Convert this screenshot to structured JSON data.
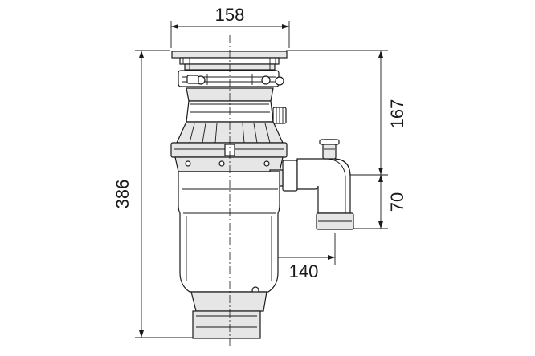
{
  "dimensions": {
    "width_top": "158",
    "total_height": "386",
    "outlet_height": "167",
    "outlet_drop": "70",
    "outlet_offset": "140"
  }
}
